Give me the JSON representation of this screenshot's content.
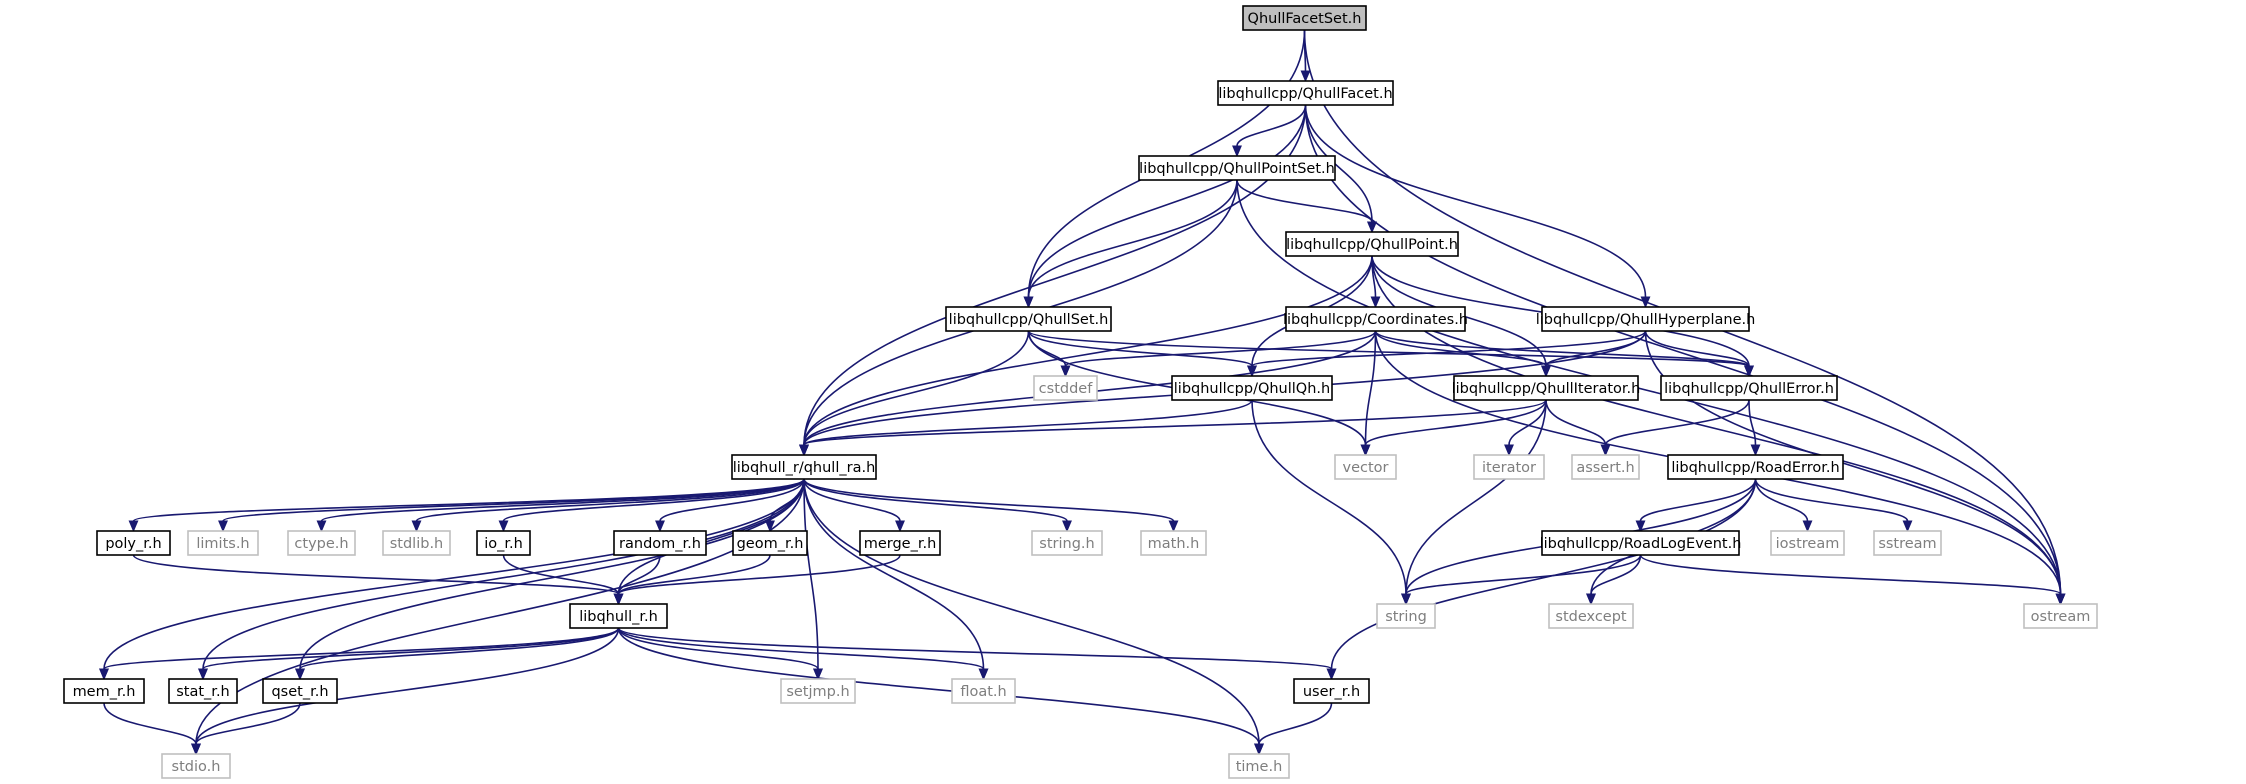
{
  "diagram": {
    "colors": {
      "edge": "#191970",
      "local_border": "#000000",
      "system_border": "#bfbfbf",
      "root_fill": "#bfbfbf",
      "system_text": "#7f7f7f"
    },
    "nodes": [
      {
        "id": "QhullFacetSet",
        "label": "QhullFacetSet.h",
        "kind": "root"
      },
      {
        "id": "QhullFacet",
        "label": "libqhullcpp/QhullFacet.h",
        "kind": "local"
      },
      {
        "id": "QhullPointSet",
        "label": "libqhullcpp/QhullPointSet.h",
        "kind": "local"
      },
      {
        "id": "QhullPoint",
        "label": "libqhullcpp/QhullPoint.h",
        "kind": "local"
      },
      {
        "id": "QhullSet",
        "label": "libqhullcpp/QhullSet.h",
        "kind": "local"
      },
      {
        "id": "Coordinates",
        "label": "libqhullcpp/Coordinates.h",
        "kind": "local"
      },
      {
        "id": "QhullHyperplane",
        "label": "libqhullcpp/QhullHyperplane.h",
        "kind": "local"
      },
      {
        "id": "cstddef",
        "label": "cstddef",
        "kind": "system"
      },
      {
        "id": "QhullQh",
        "label": "libqhullcpp/QhullQh.h",
        "kind": "local"
      },
      {
        "id": "QhullIterator",
        "label": "libqhullcpp/QhullIterator.h",
        "kind": "local"
      },
      {
        "id": "QhullError",
        "label": "libqhullcpp/QhullError.h",
        "kind": "local"
      },
      {
        "id": "qhull_ra",
        "label": "libqhull_r/qhull_ra.h",
        "kind": "local"
      },
      {
        "id": "vector",
        "label": "vector",
        "kind": "system"
      },
      {
        "id": "iterator",
        "label": "iterator",
        "kind": "system"
      },
      {
        "id": "assert",
        "label": "assert.h",
        "kind": "system"
      },
      {
        "id": "RoadError",
        "label": "libqhullcpp/RoadError.h",
        "kind": "local"
      },
      {
        "id": "poly_r",
        "label": "poly_r.h",
        "kind": "local"
      },
      {
        "id": "limits",
        "label": "limits.h",
        "kind": "system"
      },
      {
        "id": "ctype",
        "label": "ctype.h",
        "kind": "system"
      },
      {
        "id": "stdlib",
        "label": "stdlib.h",
        "kind": "system"
      },
      {
        "id": "io_r",
        "label": "io_r.h",
        "kind": "local"
      },
      {
        "id": "random_r",
        "label": "random_r.h",
        "kind": "local"
      },
      {
        "id": "geom_r",
        "label": "geom_r.h",
        "kind": "local"
      },
      {
        "id": "merge_r",
        "label": "merge_r.h",
        "kind": "local"
      },
      {
        "id": "string_h",
        "label": "string.h",
        "kind": "system"
      },
      {
        "id": "math",
        "label": "math.h",
        "kind": "system"
      },
      {
        "id": "RoadLogEvent",
        "label": "libqhullcpp/RoadLogEvent.h",
        "kind": "local"
      },
      {
        "id": "iostream",
        "label": "iostream",
        "kind": "system"
      },
      {
        "id": "sstream",
        "label": "sstream",
        "kind": "system"
      },
      {
        "id": "libqhull_r",
        "label": "libqhull_r.h",
        "kind": "local"
      },
      {
        "id": "string",
        "label": "string",
        "kind": "system"
      },
      {
        "id": "stdexcept",
        "label": "stdexcept",
        "kind": "system"
      },
      {
        "id": "ostream",
        "label": "ostream",
        "kind": "system"
      },
      {
        "id": "mem_r",
        "label": "mem_r.h",
        "kind": "local"
      },
      {
        "id": "stat_r",
        "label": "stat_r.h",
        "kind": "local"
      },
      {
        "id": "qset_r",
        "label": "qset_r.h",
        "kind": "local"
      },
      {
        "id": "setjmp",
        "label": "setjmp.h",
        "kind": "system"
      },
      {
        "id": "float",
        "label": "float.h",
        "kind": "system"
      },
      {
        "id": "user_r",
        "label": "user_r.h",
        "kind": "local"
      },
      {
        "id": "stdio",
        "label": "stdio.h",
        "kind": "system"
      },
      {
        "id": "time",
        "label": "time.h",
        "kind": "system"
      }
    ],
    "edges": [
      [
        "QhullFacetSet",
        "QhullFacet"
      ],
      [
        "QhullFacetSet",
        "QhullSet"
      ],
      [
        "QhullFacetSet",
        "ostream"
      ],
      [
        "QhullFacet",
        "QhullPointSet"
      ],
      [
        "QhullFacet",
        "QhullPoint"
      ],
      [
        "QhullFacet",
        "QhullSet"
      ],
      [
        "QhullFacet",
        "QhullHyperplane"
      ],
      [
        "QhullFacet",
        "qhull_ra"
      ],
      [
        "QhullFacet",
        "ostream"
      ],
      [
        "QhullPointSet",
        "QhullPoint"
      ],
      [
        "QhullPointSet",
        "QhullSet"
      ],
      [
        "QhullPointSet",
        "qhull_ra"
      ],
      [
        "QhullPointSet",
        "ostream"
      ],
      [
        "QhullPoint",
        "Coordinates"
      ],
      [
        "QhullPoint",
        "QhullQh"
      ],
      [
        "QhullPoint",
        "QhullIterator"
      ],
      [
        "QhullPoint",
        "QhullError"
      ],
      [
        "QhullPoint",
        "qhull_ra"
      ],
      [
        "QhullPoint",
        "ostream"
      ],
      [
        "QhullSet",
        "cstddef"
      ],
      [
        "QhullSet",
        "QhullQh"
      ],
      [
        "QhullSet",
        "QhullError"
      ],
      [
        "QhullSet",
        "qhull_ra"
      ],
      [
        "QhullSet",
        "vector"
      ],
      [
        "Coordinates",
        "cstddef"
      ],
      [
        "Coordinates",
        "QhullIterator"
      ],
      [
        "Coordinates",
        "QhullError"
      ],
      [
        "Coordinates",
        "qhull_ra"
      ],
      [
        "Coordinates",
        "vector"
      ],
      [
        "Coordinates",
        "ostream"
      ],
      [
        "QhullHyperplane",
        "QhullQh"
      ],
      [
        "QhullHyperplane",
        "QhullIterator"
      ],
      [
        "QhullHyperplane",
        "QhullError"
      ],
      [
        "QhullHyperplane",
        "qhull_ra"
      ],
      [
        "QhullHyperplane",
        "ostream"
      ],
      [
        "QhullQh",
        "qhull_ra"
      ],
      [
        "QhullQh",
        "string"
      ],
      [
        "QhullIterator",
        "qhull_ra"
      ],
      [
        "QhullIterator",
        "vector"
      ],
      [
        "QhullIterator",
        "iterator"
      ],
      [
        "QhullIterator",
        "assert"
      ],
      [
        "QhullIterator",
        "string"
      ],
      [
        "QhullError",
        "assert"
      ],
      [
        "QhullError",
        "RoadError"
      ],
      [
        "RoadError",
        "RoadLogEvent"
      ],
      [
        "RoadError",
        "iostream"
      ],
      [
        "RoadError",
        "sstream"
      ],
      [
        "RoadError",
        "string"
      ],
      [
        "RoadError",
        "stdexcept"
      ],
      [
        "RoadError",
        "user_r"
      ],
      [
        "RoadLogEvent",
        "string"
      ],
      [
        "RoadLogEvent",
        "stdexcept"
      ],
      [
        "RoadLogEvent",
        "ostream"
      ],
      [
        "qhull_ra",
        "poly_r"
      ],
      [
        "qhull_ra",
        "limits"
      ],
      [
        "qhull_ra",
        "ctype"
      ],
      [
        "qhull_ra",
        "stdlib"
      ],
      [
        "qhull_ra",
        "io_r"
      ],
      [
        "qhull_ra",
        "random_r"
      ],
      [
        "qhull_ra",
        "geom_r"
      ],
      [
        "qhull_ra",
        "merge_r"
      ],
      [
        "qhull_ra",
        "string_h"
      ],
      [
        "qhull_ra",
        "math"
      ],
      [
        "qhull_ra",
        "libqhull_r"
      ],
      [
        "qhull_ra",
        "mem_r"
      ],
      [
        "qhull_ra",
        "stat_r"
      ],
      [
        "qhull_ra",
        "qset_r"
      ],
      [
        "qhull_ra",
        "setjmp"
      ],
      [
        "qhull_ra",
        "float"
      ],
      [
        "qhull_ra",
        "stdio"
      ],
      [
        "qhull_ra",
        "time"
      ],
      [
        "poly_r",
        "libqhull_r"
      ],
      [
        "io_r",
        "libqhull_r"
      ],
      [
        "random_r",
        "libqhull_r"
      ],
      [
        "geom_r",
        "libqhull_r"
      ],
      [
        "merge_r",
        "libqhull_r"
      ],
      [
        "libqhull_r",
        "mem_r"
      ],
      [
        "libqhull_r",
        "stat_r"
      ],
      [
        "libqhull_r",
        "qset_r"
      ],
      [
        "libqhull_r",
        "setjmp"
      ],
      [
        "libqhull_r",
        "float"
      ],
      [
        "libqhull_r",
        "user_r"
      ],
      [
        "libqhull_r",
        "stdio"
      ],
      [
        "libqhull_r",
        "time"
      ],
      [
        "mem_r",
        "stdio"
      ],
      [
        "qset_r",
        "stdio"
      ],
      [
        "user_r",
        "time"
      ]
    ]
  }
}
